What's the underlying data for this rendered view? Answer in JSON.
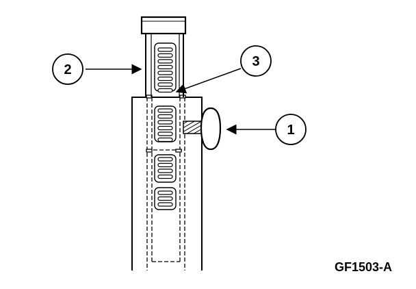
{
  "figure": {
    "code": "GF1503-A",
    "callouts": [
      {
        "number": "1"
      },
      {
        "number": "2"
      },
      {
        "number": "3"
      }
    ]
  },
  "colors": {
    "line": "#000000",
    "background": "#ffffff"
  }
}
